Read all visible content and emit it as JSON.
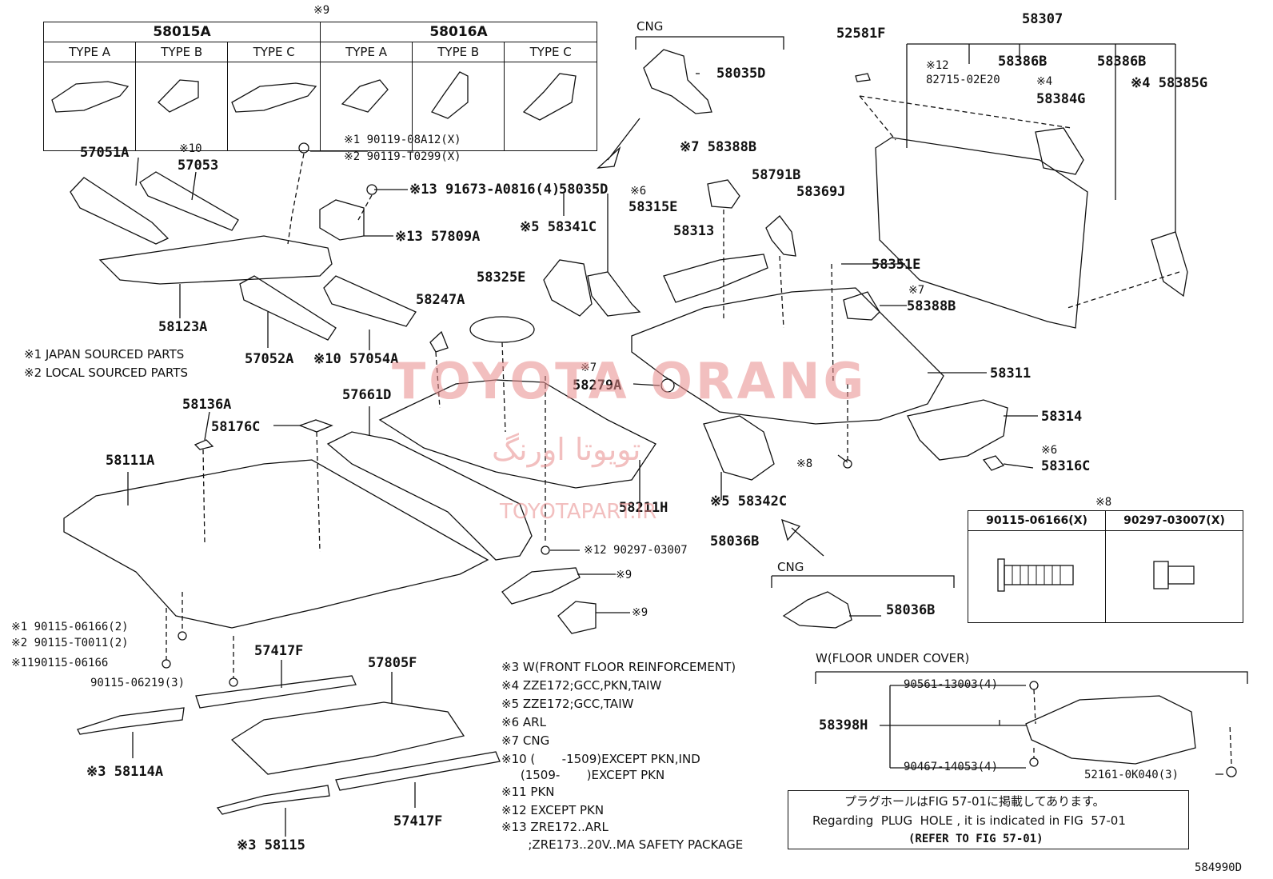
{
  "top_table": {
    "note_mark": "※9",
    "groups": [
      {
        "part": "58015A",
        "types": [
          "TYPE A",
          "TYPE B",
          "TYPE C"
        ]
      },
      {
        "part": "58016A",
        "types": [
          "TYPE A",
          "TYPE B",
          "TYPE C"
        ]
      }
    ]
  },
  "cng_top": {
    "title": "CNG",
    "part": "58035D"
  },
  "cng_bottom": {
    "title": "CNG",
    "part": "58036B"
  },
  "labels": {
    "p57051A": "57051A",
    "p57053_mark": "※10",
    "p57053": "57053",
    "p90119_1": "※1 90119-08A12(X)",
    "p90119_2": "※2 90119-T0299(X)",
    "p91673": "※13 91673-A0816(4)",
    "p58035D_2": "58035D",
    "p57809A": "※13 57809A",
    "p58123A": "58123A",
    "p57052A": "57052A",
    "p57054A": "※10 57054A",
    "p58341C": "※5 58341C",
    "p58325E": "58325E",
    "p58247A": "58247A",
    "p58315E_mark": "※6",
    "p58315E": "58315E",
    "p58313": "58313",
    "p58388B_1": "※7 58388B",
    "p58791B": "58791B",
    "p58369J": "58369J",
    "p58351E": "58351E",
    "p58388B_2_mark": "※7",
    "p58388B_2": "58388B",
    "p58279A_mark": "※7",
    "p58279A": "58279A",
    "p58311": "58311",
    "p58314": "58314",
    "p58316C_mark": "※6",
    "p58316C": "58316C",
    "p52581F": "52581F",
    "p58307": "58307",
    "p82715_mark": "※12",
    "p82715": "82715-02E20",
    "p58386B_1": "58386B",
    "p58386B_2": "58386B",
    "p58384G_mark": "※4",
    "p58384G": "58384G",
    "p58385G": "※4 58385G",
    "p58136A": "58136A",
    "p58176C": "58176C",
    "p57661D": "57661D",
    "p58111A": "58111A",
    "p58211H": "58211H",
    "p58342C": "※5 58342C",
    "p58036B_1": "58036B",
    "p_mark8": "※8",
    "p90297_12": "※12 90297-03007",
    "p_mark9a": "※9",
    "p_mark9b": "※9",
    "p90115_1": "※1 90115-06166(2)",
    "p90115_2": "※2 90115-T0011(2)",
    "p90115_11": "※1190115-06166",
    "p90115_06219": "90115-06219(3)",
    "p57417F_1": "57417F",
    "p57805F": "57805F",
    "p58114A": "※3 58114A",
    "p58115": "※3 58115",
    "p57417F_2": "57417F",
    "fig_code": "584990D"
  },
  "legend_top": [
    "※1 JAPAN SOURCED PARTS",
    "※2 LOCAL SOURCED PARTS"
  ],
  "notes": [
    "※3 W(FRONT FLOOR REINFORCEMENT)",
    "※4 ZZE172;GCC,PKN,TAIW",
    "※5 ZZE172;GCC,TAIW",
    "※6 ARL",
    "※7 CNG",
    "※10 (       -1509)EXCEPT PKN,IND",
    "     (1509-       )EXCEPT PKN",
    "※11 PKN",
    "※12 EXCEPT PKN",
    "※13 ZRE172..ARL",
    "       ;ZRE173..20V..MA SAFETY PACKAGE"
  ],
  "bolt_table": {
    "mark": "※8",
    "col1": "90115-06166(X)",
    "col2": "90297-03007(X)"
  },
  "under_cover": {
    "title": "W(FLOOR UNDER COVER)",
    "part": "58398H",
    "p1": "90561-13003(4)",
    "p2": "90467-14053(4)",
    "p3": "52161-0K040(3)"
  },
  "info_box": {
    "line1": "プラグホールはFIG 57-01に掲載してあります。",
    "line2": "Regarding  PLUG  HOLE , it is indicated in FIG  57-01",
    "line3": "(REFER TO FIG 57-01)"
  },
  "watermark": {
    "line1": "TOYOTA ORANG",
    "line2": "تویوتا اورنگ",
    "line3": "TOYOTAPART.IR"
  }
}
